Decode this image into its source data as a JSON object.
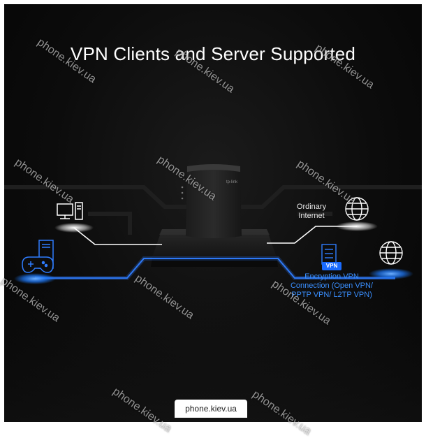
{
  "title": "VPN Clients and Server Supported",
  "labels": {
    "ordinary_internet": "Ordinary\nInternet",
    "vpn_badge": "VPN",
    "vpn_description": "Encryption VPN Connection (Open VPN/ PPTP VPN/ L2TP VPN)"
  },
  "router_brand": "tp-link",
  "footer_site": "phone.kiev.ua",
  "watermark_text": "phone.kiev.ua",
  "colors": {
    "background": "#0c0c0c",
    "vpn_line": "#2f7dff",
    "normal_line": "#ffffff",
    "glow_white": "#ffffff",
    "glow_blue": "#1e7bff"
  },
  "icons": [
    "desktop-computer-icon",
    "game-console-icon",
    "globe-icon",
    "server-icon",
    "router-device"
  ]
}
